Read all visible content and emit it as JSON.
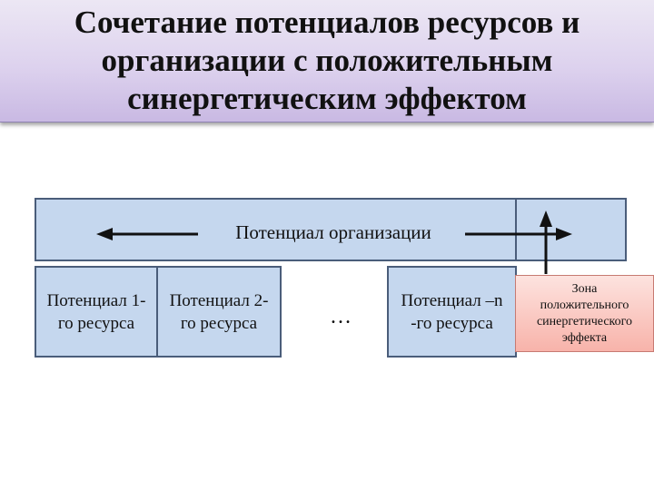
{
  "title": {
    "lines": [
      "Сочетание потенциалов ресурсов и",
      "организации с положительным",
      "синергетическим эффектом"
    ]
  },
  "diagram": {
    "organization_label": "Потенциал организации",
    "resources": [
      {
        "label": "Потенциал 1-\nго ресурса"
      },
      {
        "label": "Потенциал 2-\nго ресурса"
      },
      {
        "label": "Потенциал –n\n-го ресурса"
      }
    ],
    "ellipsis": "…",
    "synergy_zone_label": "Зона\nположительного\nсинергетического\nэффекта"
  }
}
